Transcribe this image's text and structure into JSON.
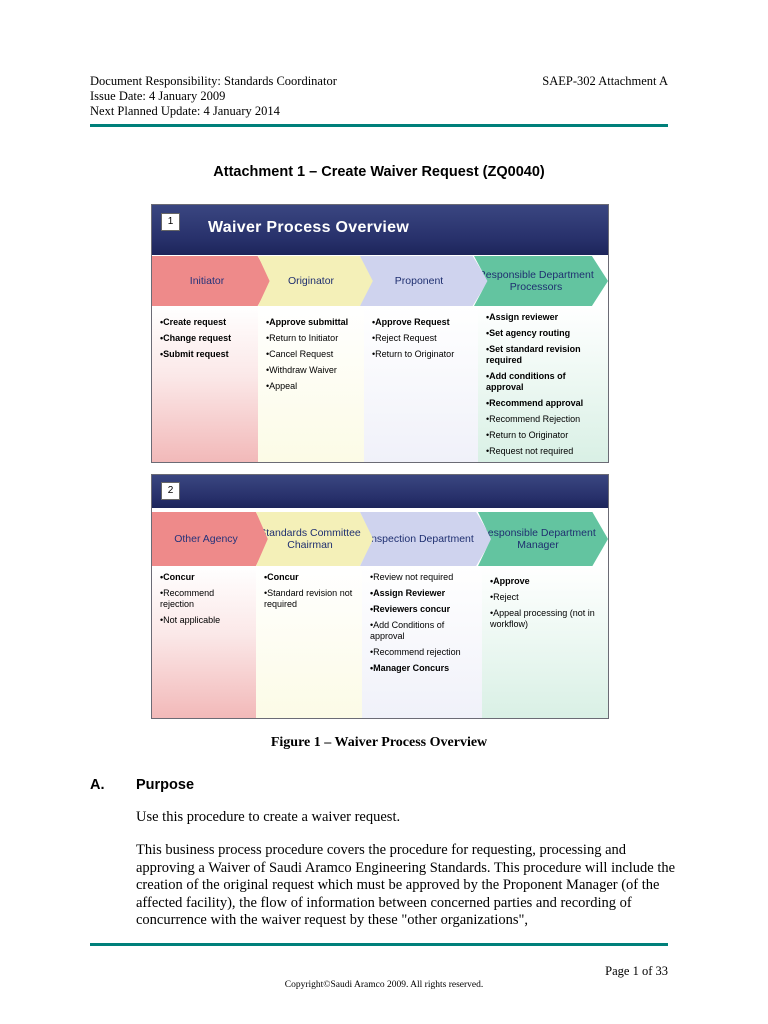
{
  "header": {
    "left_lines": [
      "Document Responsibility: Standards Coordinator",
      "Issue Date:   4 January 2009",
      "Next Planned Update: 4 January 2014"
    ],
    "right": "SAEP-302 Attachment A"
  },
  "attachment_title": "Attachment 1 – Create Waiver Request (ZQ0040)",
  "figure": {
    "panel1": {
      "number": "1",
      "title": "Waiver Process Overview",
      "columns": [
        {
          "role": "Initiator",
          "items": [
            {
              "text": "•Create request",
              "bold": true
            },
            {
              "text": "•Change request",
              "bold": true
            },
            {
              "text": "•Submit request",
              "bold": true
            }
          ]
        },
        {
          "role": "Originator",
          "items": [
            {
              "text": "•Approve submittal",
              "bold": true
            },
            {
              "text": "•Return to Initiator",
              "bold": false
            },
            {
              "text": "•Cancel Request",
              "bold": false
            },
            {
              "text": "•Withdraw Waiver",
              "bold": false
            },
            {
              "text": "•Appeal",
              "bold": false
            }
          ]
        },
        {
          "role": "Proponent",
          "items": [
            {
              "text": "•Approve Request",
              "bold": true
            },
            {
              "text": "•Reject Request",
              "bold": false
            },
            {
              "text": "•Return to Originator",
              "bold": false
            }
          ]
        },
        {
          "role": "Responsible Department Processors",
          "items": [
            {
              "text": "•Assign reviewer",
              "bold": true
            },
            {
              "text": "•Set agency routing",
              "bold": true
            },
            {
              "text": "•Set standard revision required",
              "bold": true
            },
            {
              "text": "•Add conditions of approval",
              "bold": true
            },
            {
              "text": "•Recommend approval",
              "bold": true
            },
            {
              "text": "•Recommend Rejection",
              "bold": false
            },
            {
              "text": "•Return to Originator",
              "bold": false
            },
            {
              "text": "•Request not required",
              "bold": false
            }
          ]
        }
      ]
    },
    "panel2": {
      "number": "2",
      "columns": [
        {
          "role": "Other Agency",
          "items": [
            {
              "text": "•Concur",
              "bold": true
            },
            {
              "text": "•Recommend rejection",
              "bold": false
            },
            {
              "text": "•Not applicable",
              "bold": false
            }
          ]
        },
        {
          "role": "Standards Committee Chairman",
          "items": [
            {
              "text": "•Concur",
              "bold": true
            },
            {
              "text": "•Standard revision not required",
              "bold": false
            }
          ]
        },
        {
          "role": "Inspection Department",
          "items": [
            {
              "text": "•Review not required",
              "bold": false
            },
            {
              "text": "•Assign Reviewer",
              "bold": true
            },
            {
              "text": "•Reviewers concur",
              "bold": true
            },
            {
              "text": "•Add Conditions of approval",
              "bold": false
            },
            {
              "text": "•Recommend rejection",
              "bold": false
            },
            {
              "text": "•Manager Concurs",
              "bold": true
            }
          ]
        },
        {
          "role": "Responsible Department Manager",
          "items": [
            {
              "text": "•Approve",
              "bold": true
            },
            {
              "text": "•Reject",
              "bold": false
            },
            {
              "text": "•Appeal processing (not in workflow)",
              "bold": false
            }
          ]
        }
      ]
    },
    "caption": "Figure 1 – Waiver Process Overview"
  },
  "section": {
    "letter": "A.",
    "title": "Purpose",
    "paragraphs": [
      "Use this procedure to create a waiver request.",
      "This business process procedure covers the procedure for requesting, processing and approving a Waiver of Saudi Aramco Engineering Standards.  This procedure will include the creation of the original request which must be approved by the Proponent Manager (of the affected facility), the flow of information between concerned parties and recording of concurrence with the waiver request by these \"other organizations\","
    ]
  },
  "footer": {
    "page": "Page 1 of 33",
    "copyright": "Copyright©Saudi Aramco 2009. All rights reserved."
  },
  "colors": {
    "rule": "#00807a",
    "banner": "#27306a",
    "initiator_arrow": "#ee8a8a",
    "originator_arrow": "#f4f0b8",
    "proponent_arrow": "#cfd3ee",
    "processor_arrow": "#63c4a0"
  }
}
